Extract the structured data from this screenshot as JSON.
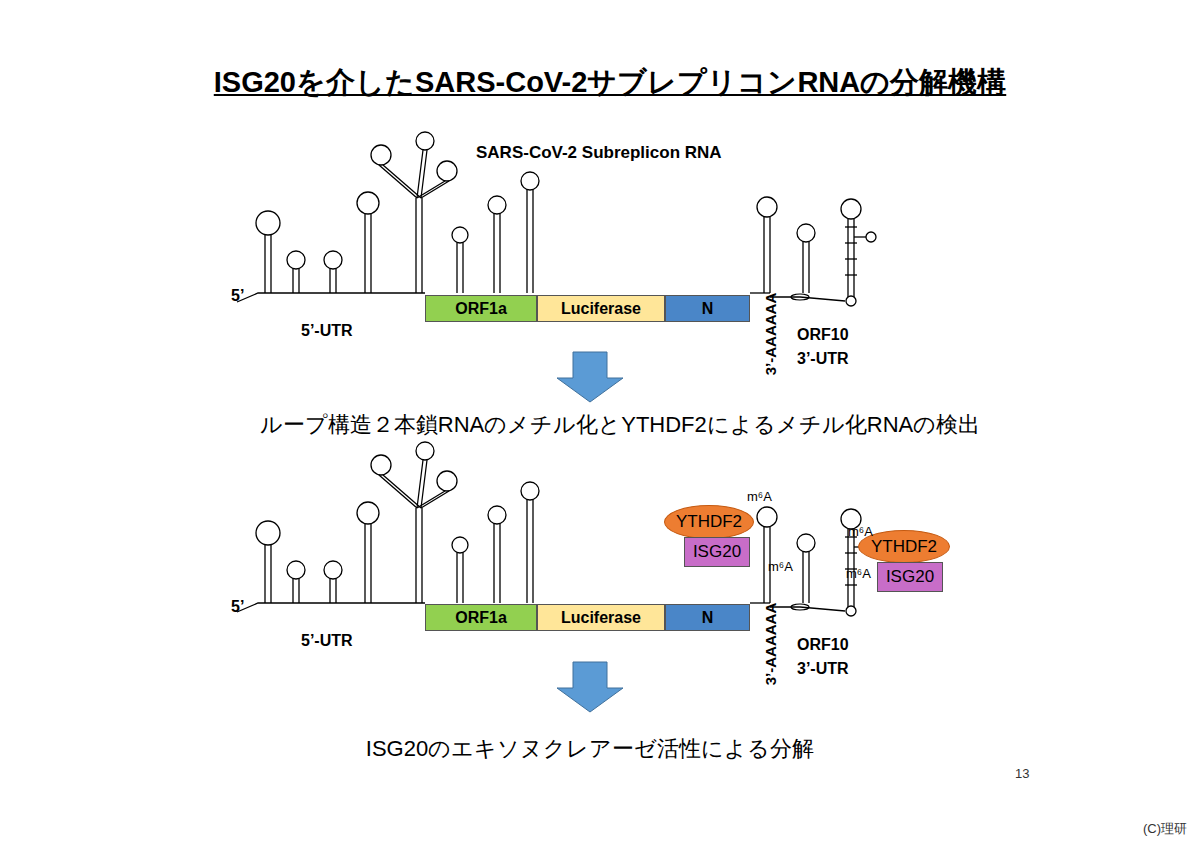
{
  "diagram": {
    "title": "ISG20を介したSARS-CoV-2サブレプリコンRNAの分解機構",
    "nodes": [
      {
        "text": [
          "ORF1a"
        ]
      },
      {
        "text": [
          "Luciferase"
        ]
      },
      {
        "text": [
          "N"
        ]
      },
      {
        "text": [
          "ORF1a"
        ]
      },
      {
        "text": [
          "Luciferase"
        ]
      },
      {
        "text": [
          "N"
        ]
      },
      {
        "text": [
          "YTHDF2"
        ]
      },
      {
        "text": [
          "ISG20"
        ]
      },
      {
        "text": [
          "YTHDF2"
        ]
      },
      {
        "text": [
          "ISG20"
        ]
      }
    ],
    "labels": [
      "SARS-CoV-2 Subreplicon RNA",
      "5’",
      "5’-UTR",
      "3’-AAAAAA",
      "ORF10",
      "3’-UTR",
      "ループ構造２本鎖RNAのメチル化とYTHDF2によるメチル化RNAの検出",
      "5’",
      "5’-UTR",
      "m⁶A",
      "m⁶A",
      "m⁶A",
      "m⁶A",
      "3’-AAAAAA",
      "ORF10",
      "3’-UTR",
      "ISG20のエキソヌクレアーゼ活性による分解",
      "13",
      "(C)理研"
    ]
  }
}
